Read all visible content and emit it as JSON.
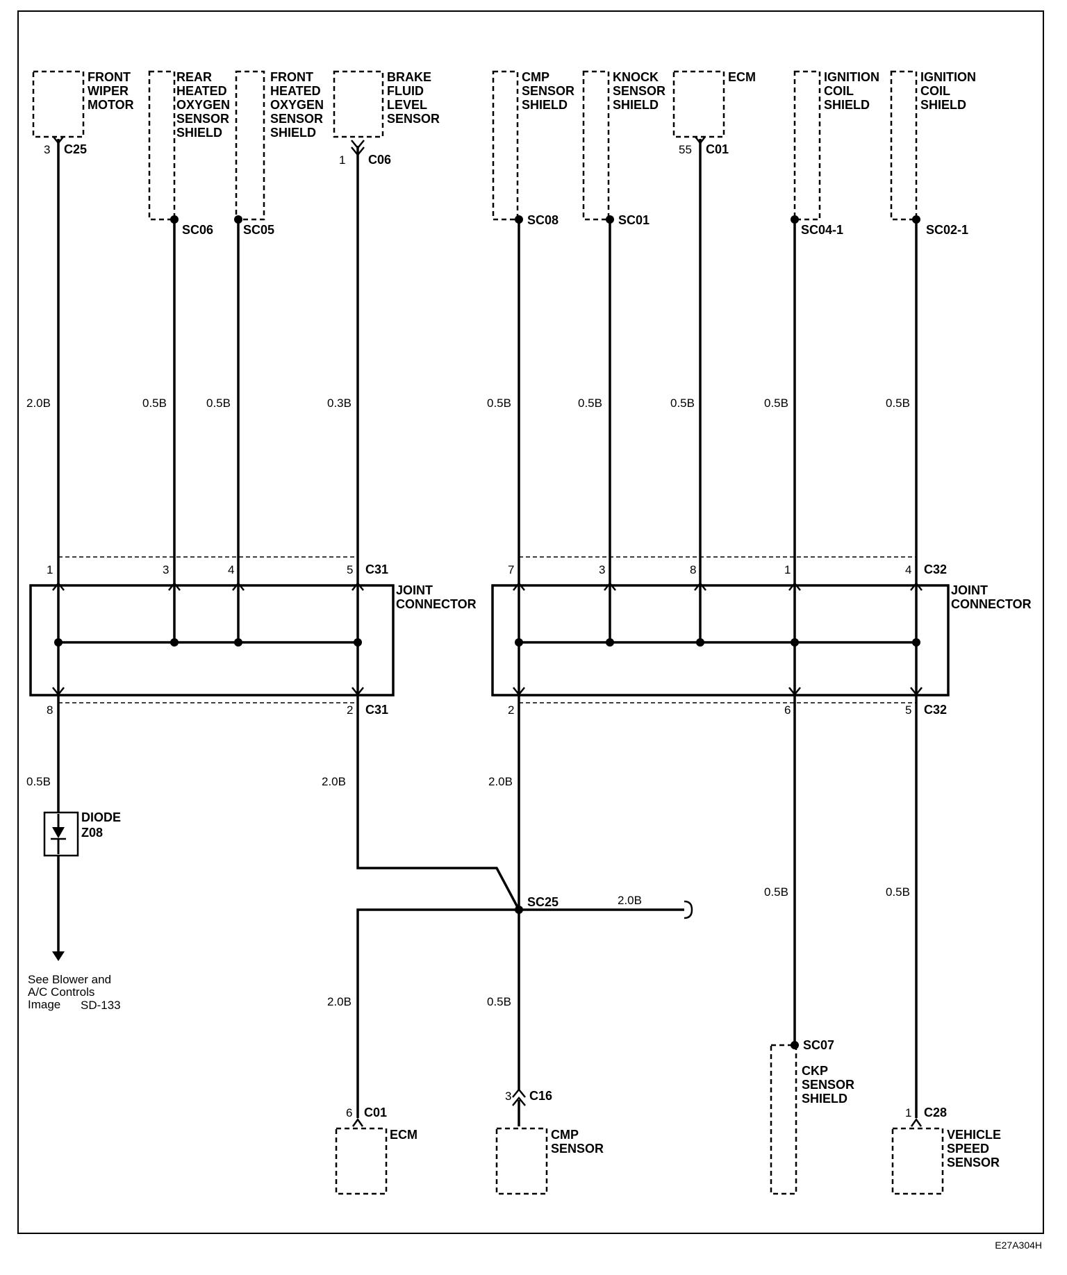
{
  "components": {
    "front_wiper_motor": [
      "FRONT",
      "WIPER",
      "MOTOR"
    ],
    "rear_ho2s_shield": [
      "REAR",
      "HEATED",
      "OXYGEN",
      "SENSOR",
      "SHIELD"
    ],
    "front_ho2s_shield": [
      "FRONT",
      "HEATED",
      "OXYGEN",
      "SENSOR",
      "SHIELD"
    ],
    "brake_fluid_sensor": [
      "BRAKE",
      "FLUID",
      "LEVEL",
      "SENSOR"
    ],
    "cmp_sensor_shield": [
      "CMP",
      "SENSOR",
      "SHIELD"
    ],
    "knock_sensor_shield": [
      "KNOCK",
      "SENSOR",
      "SHIELD"
    ],
    "ecm_top": [
      "ECM"
    ],
    "ignition_coil_shield_1": [
      "IGNITION",
      "COIL",
      "SHIELD"
    ],
    "ignition_coil_shield_2": [
      "IGNITION",
      "COIL",
      "SHIELD"
    ],
    "joint_connector_left": [
      "JOINT",
      "CONNECTOR"
    ],
    "joint_connector_right": [
      "JOINT",
      "CONNECTOR"
    ],
    "diode": [
      "DIODE",
      "Z08"
    ],
    "ecm_bottom": [
      "ECM"
    ],
    "cmp_sensor": [
      "CMP",
      "SENSOR"
    ],
    "ckp_sensor_shield": [
      "CKP",
      "SENSOR",
      "SHIELD"
    ],
    "vehicle_speed_sensor": [
      "VEHICLE",
      "SPEED",
      "SENSOR"
    ]
  },
  "connectors": {
    "c25_top": {
      "pin": "3",
      "id": "C25"
    },
    "c06_top": {
      "pin": "1",
      "id": "C06"
    },
    "c01_top": {
      "pin": "55",
      "id": "C01"
    },
    "c31_in": [
      {
        "pin": "1",
        "id": ""
      },
      {
        "pin": "3",
        "id": ""
      },
      {
        "pin": "4",
        "id": ""
      },
      {
        "pin": "5",
        "id": "C31"
      }
    ],
    "c32_in": [
      {
        "pin": "7",
        "id": ""
      },
      {
        "pin": "3",
        "id": ""
      },
      {
        "pin": "8",
        "id": ""
      },
      {
        "pin": "1",
        "id": ""
      },
      {
        "pin": "4",
        "id": "C32"
      }
    ],
    "c31_out": [
      {
        "pin": "8",
        "id": ""
      },
      {
        "pin": "2",
        "id": "C31"
      }
    ],
    "c32_out": [
      {
        "pin": "2",
        "id": ""
      },
      {
        "pin": "6",
        "id": ""
      },
      {
        "pin": "5",
        "id": "C32"
      }
    ],
    "c01_bottom": {
      "pin": "6",
      "id": "C01"
    },
    "c16_bottom": {
      "pin": "3",
      "id": "C16"
    },
    "c28_bottom": {
      "pin": "1",
      "id": "C28"
    }
  },
  "splices": {
    "sc06": "SC06",
    "sc05": "SC05",
    "sc08": "SC08",
    "sc01": "SC01",
    "sc04_1": "SC04-1",
    "sc02_1": "SC02-1",
    "sc25": "SC25",
    "sc07": "SC07"
  },
  "wire_sizes": {
    "top": [
      "2.0B",
      "0.5B",
      "0.5B",
      "0.3B",
      "0.5B",
      "0.5B",
      "0.5B",
      "0.5B",
      "0.5B"
    ],
    "c31_8_out": "0.5B",
    "c31_2_out": "2.0B",
    "c32_2_out": "2.0B",
    "sc25_branch": "2.0B",
    "to_ecm": "2.0B",
    "to_cmp": "0.5B",
    "to_ckp": "0.5B",
    "to_vss": "0.5B"
  },
  "reference": [
    "See Blower and",
    "A/C Controls",
    "Image",
    "SD-133"
  ],
  "image_code": "E27A304H"
}
